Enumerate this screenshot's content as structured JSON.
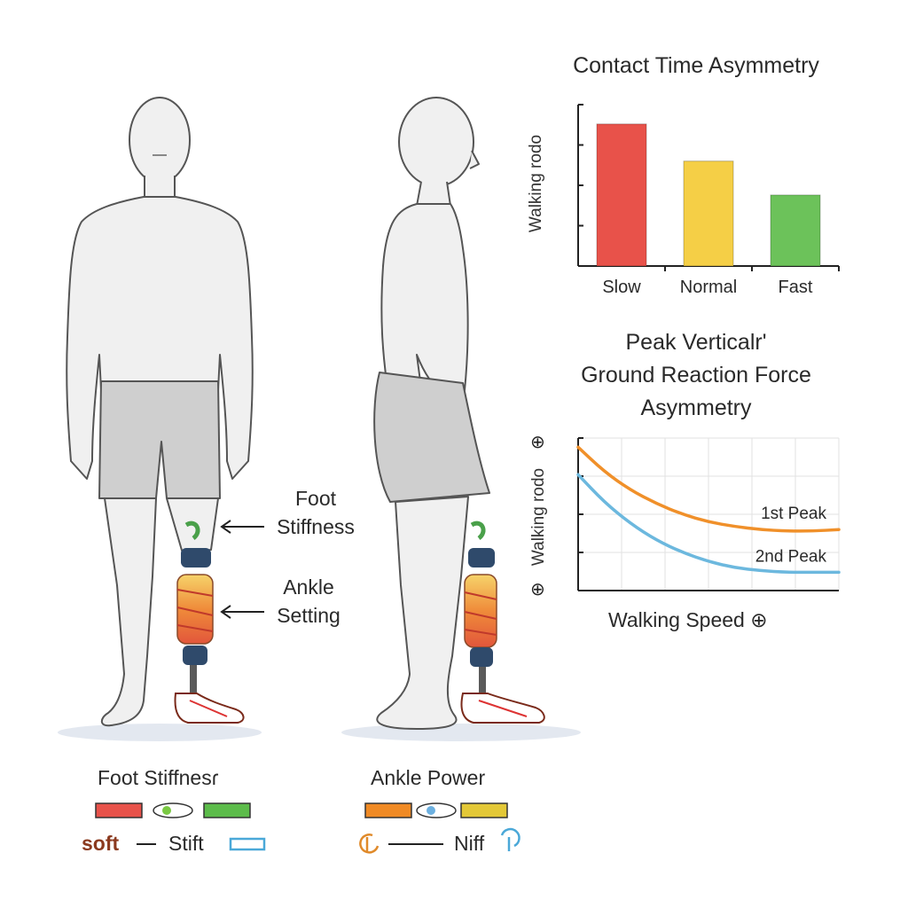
{
  "callouts": {
    "foot": [
      "Foot",
      "Stiffness"
    ],
    "ankle": [
      "Ankle",
      "Setting"
    ]
  },
  "legends": {
    "foot": {
      "title": "Foot Stiffnesɾ",
      "low_label": "soft",
      "high_label": "Stift",
      "colors": [
        "#e8524a",
        "#7ac943",
        "#5cbc4a"
      ]
    },
    "ankle": {
      "title": "Ankle Power",
      "high_label": "Niff",
      "colors": [
        "#f08a24",
        "#e3c837",
        "#6cb0e0"
      ]
    }
  },
  "chart_data": [
    {
      "type": "bar",
      "title": "Contact Time Asymmetry",
      "ylabel": "Walking rodo",
      "categories": [
        "Slow",
        "Normal",
        "Fast"
      ],
      "values": [
        0.88,
        0.65,
        0.44
      ],
      "ylim": [
        0,
        1
      ],
      "colors": [
        "#e8524a",
        "#f5cf46",
        "#6cc25a"
      ]
    },
    {
      "type": "line",
      "title": [
        "Peak Verticalr'",
        "Ground Reaction Force",
        "Asymmetry"
      ],
      "ylabel": "Walking rodo",
      "xlabel": "Walking Speed",
      "grid": true,
      "xlim": [
        0,
        1
      ],
      "ylim": [
        0,
        1
      ],
      "series": [
        {
          "name": "1st Peak",
          "color": "#f0902a",
          "x": [
            0,
            0.1,
            0.2,
            0.3,
            0.4,
            0.5,
            0.6,
            0.7,
            0.8,
            0.9,
            1.0
          ],
          "y": [
            0.94,
            0.78,
            0.66,
            0.57,
            0.5,
            0.45,
            0.42,
            0.4,
            0.39,
            0.39,
            0.4
          ]
        },
        {
          "name": "2nd Peak",
          "color": "#6cb8de",
          "x": [
            0,
            0.1,
            0.2,
            0.3,
            0.4,
            0.5,
            0.6,
            0.7,
            0.8,
            0.9,
            1.0
          ],
          "y": [
            0.76,
            0.58,
            0.44,
            0.33,
            0.25,
            0.19,
            0.15,
            0.13,
            0.12,
            0.12,
            0.12
          ]
        }
      ]
    }
  ]
}
